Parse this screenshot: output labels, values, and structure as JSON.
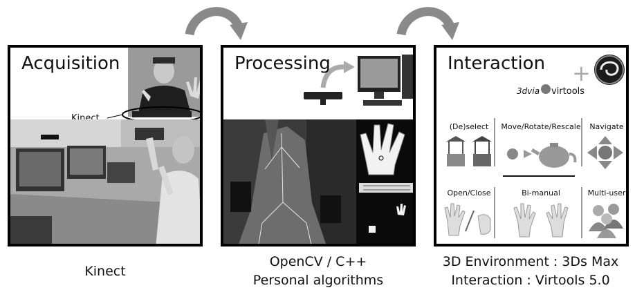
{
  "panels": [
    {
      "title": "Acquisition",
      "callout": "Kinect",
      "caption_lines": [
        "Kinect"
      ]
    },
    {
      "title": "Processing",
      "caption_lines": [
        "OpenCV / C++",
        "Personal algorithms"
      ]
    },
    {
      "title": "Interaction",
      "logo_3dvia": "3dvia",
      "logo_virtools": "virtools",
      "plus": "+",
      "actions": [
        "(De)select",
        "Move/Rotate/Rescale",
        "Navigate",
        "Open/Close",
        "Bi-manual",
        "Multi-user"
      ],
      "caption_lines": [
        "3D Environment : 3Ds Max",
        "Interaction : Virtools 5.0"
      ]
    }
  ]
}
